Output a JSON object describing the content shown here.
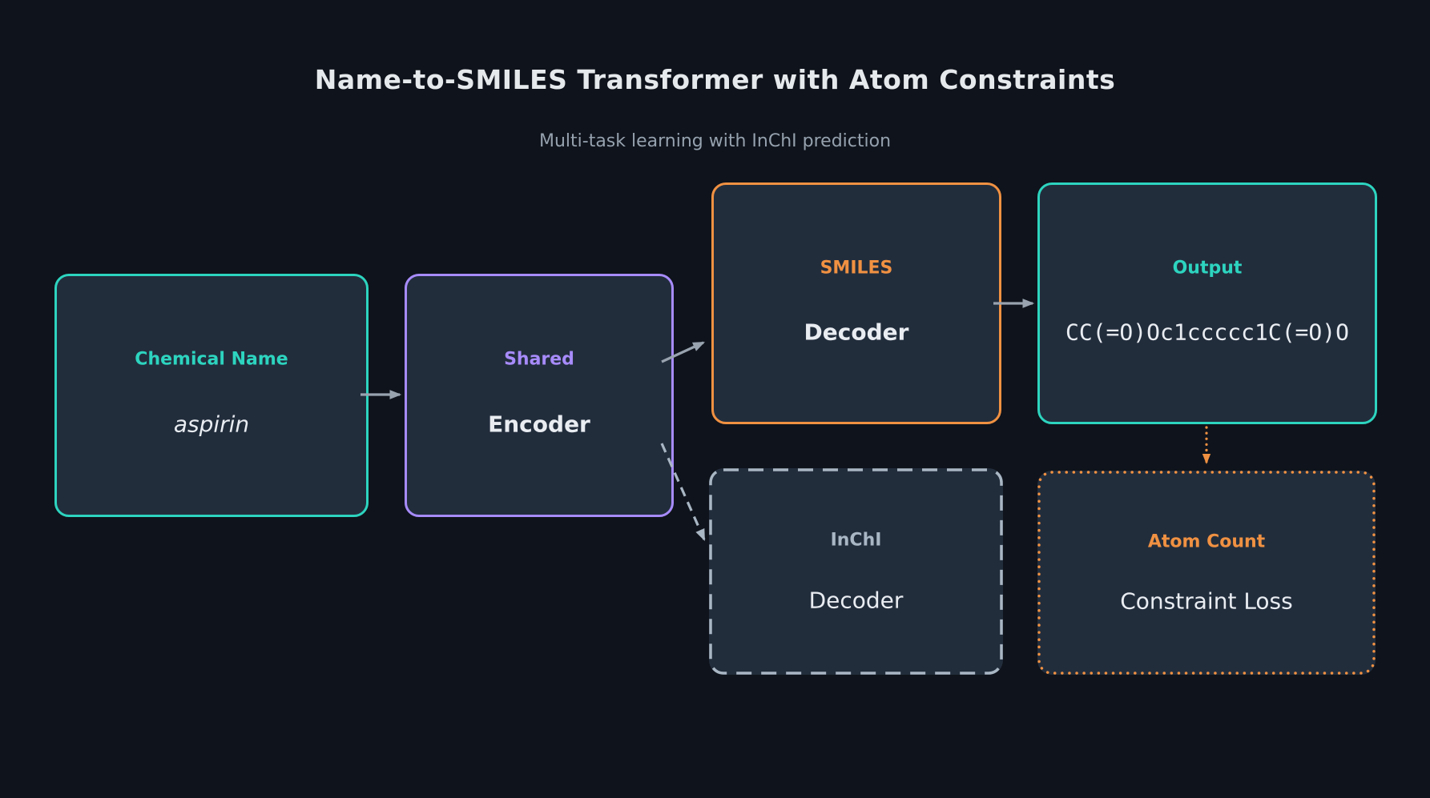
{
  "title": "Name-to-SMILES Transformer with Atom Constraints",
  "subtitle": "Multi-task learning with InChI prediction",
  "colors": {
    "background": "#0f131b",
    "box_fill": "#222d3c",
    "teal": "#2dd4bf",
    "purple": "#a78bfa",
    "orange": "#f09142",
    "orange_soft": "#eb9c51",
    "gray": "#98a3af",
    "slate": "#a9b6c4",
    "slate_dim": "#8e9aa8",
    "title_text": "#e6e9ec",
    "subtitle_text": "#95a1ae",
    "white_text": "#e9edf2"
  },
  "boxes": [
    {
      "id": "chemical-name",
      "label": "Chemical Name",
      "value": "aspirin",
      "border": "solid-teal"
    },
    {
      "id": "shared-encoder",
      "label": "Shared",
      "value": "Encoder",
      "border": "solid-purple"
    },
    {
      "id": "smiles-decoder",
      "label": "SMILES",
      "value": "Decoder",
      "border": "solid-orange"
    },
    {
      "id": "output",
      "label": "Output",
      "value": "CC(=O)Oc1ccccc1C(=O)O",
      "border": "solid-teal"
    },
    {
      "id": "inchi-decoder",
      "label": "InChI",
      "value": "Decoder",
      "border": "dashed-gray"
    },
    {
      "id": "atom-count",
      "label": "Atom Count",
      "value": "Constraint Loss",
      "border": "dotted-orange"
    }
  ],
  "arrows": [
    {
      "name": "chemical-name-to-encoder",
      "style": "solid"
    },
    {
      "name": "encoder-to-smiles-decoder",
      "style": "solid"
    },
    {
      "name": "encoder-to-inchi-decoder",
      "style": "dashed"
    },
    {
      "name": "smiles-decoder-to-output",
      "style": "solid"
    },
    {
      "name": "output-to-atom-count",
      "style": "dotted"
    }
  ]
}
